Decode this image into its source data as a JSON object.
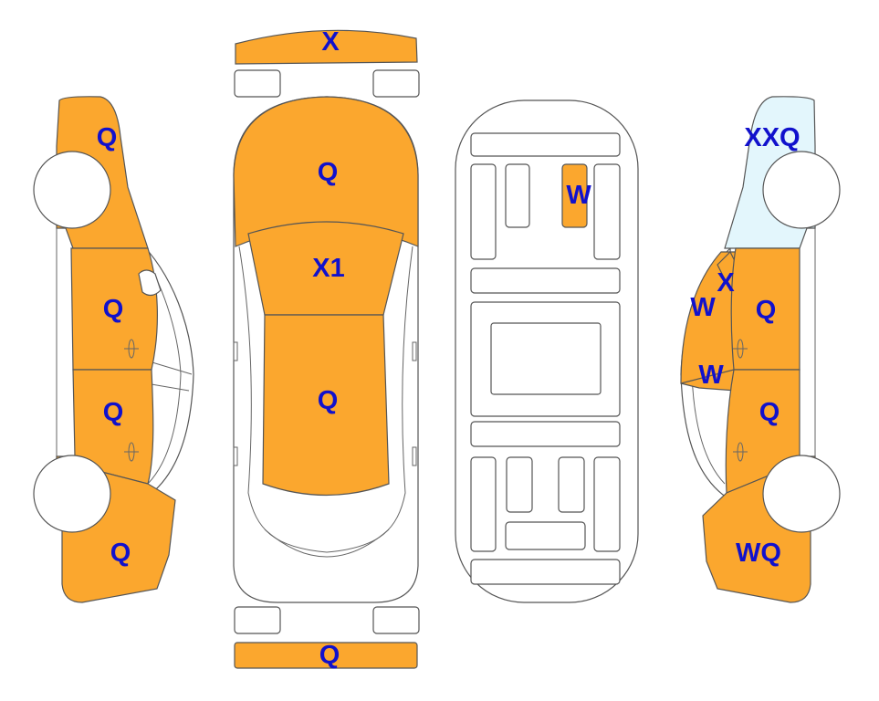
{
  "colors": {
    "damaged": "#FBA72E",
    "glass": "#E3F6FC",
    "plain": "#FFFFFF",
    "code_text": "#1111CC"
  },
  "panels": {
    "front_bumper": {
      "state": "damaged",
      "code": "X"
    },
    "hood": {
      "state": "damaged",
      "code": "Q"
    },
    "windshield": {
      "state": "damaged",
      "code": "X1"
    },
    "roof": {
      "state": "damaged",
      "code": "Q"
    },
    "rear_bumper": {
      "state": "damaged",
      "code": "Q"
    },
    "floor_slot": {
      "state": "damaged",
      "code": "W"
    },
    "left_front_fender": {
      "state": "damaged",
      "code": "Q"
    },
    "left_front_door": {
      "state": "damaged",
      "code": "Q"
    },
    "left_rear_door": {
      "state": "damaged",
      "code": "Q"
    },
    "left_rear_quarter": {
      "state": "damaged",
      "code": "Q"
    },
    "right_front_fender": {
      "state": "glass",
      "code": "XXQ"
    },
    "right_pillar": {
      "state": "damaged",
      "code": "X"
    },
    "right_front_window": {
      "state": "damaged",
      "code": "W"
    },
    "right_rear_window": {
      "state": "damaged",
      "code": "W"
    },
    "right_front_door": {
      "state": "damaged",
      "code": "Q"
    },
    "right_rear_door": {
      "state": "damaged",
      "code": "Q"
    },
    "right_rear_quarter": {
      "state": "damaged",
      "code": "WQ"
    }
  }
}
